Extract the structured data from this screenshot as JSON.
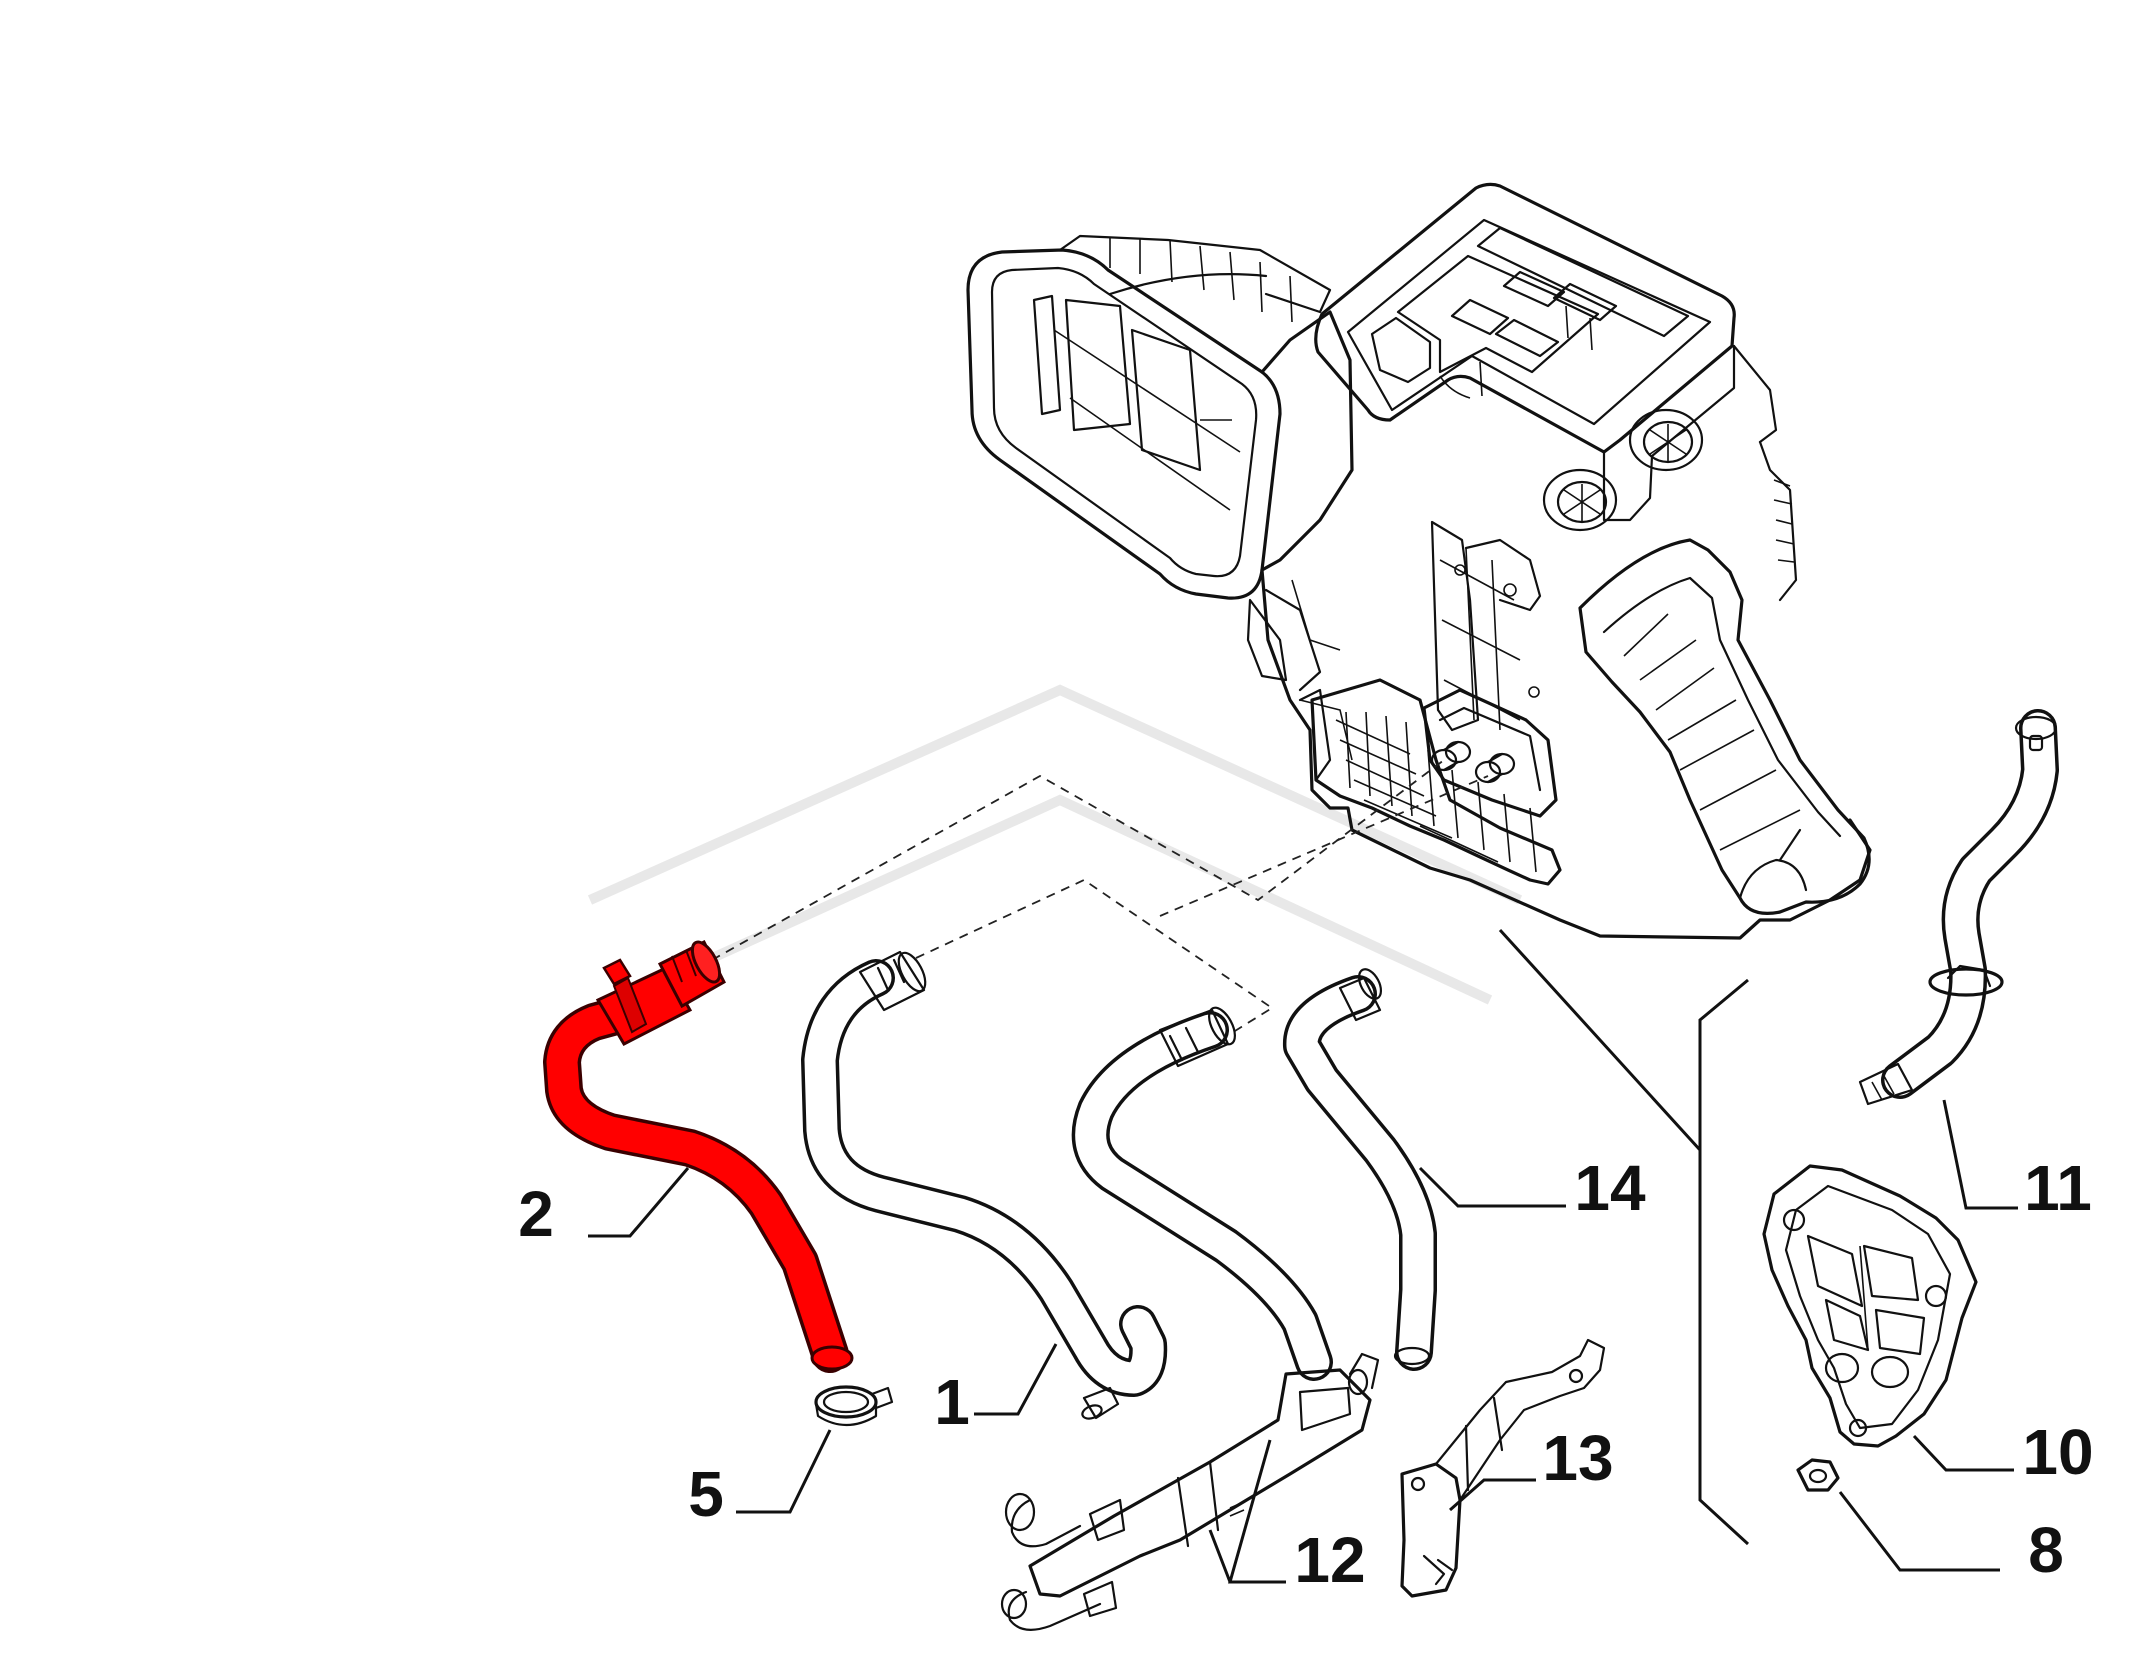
{
  "callouts": [
    {
      "id": "2",
      "label": "2"
    },
    {
      "id": "5",
      "label": "5"
    },
    {
      "id": "1",
      "label": "1"
    },
    {
      "id": "12",
      "label": "12"
    },
    {
      "id": "13",
      "label": "13"
    },
    {
      "id": "14",
      "label": "14"
    },
    {
      "id": "11",
      "label": "11"
    },
    {
      "id": "10",
      "label": "10"
    },
    {
      "id": "8",
      "label": "8"
    }
  ],
  "colors": {
    "highlight": "#ff0000",
    "line": "#111111",
    "background": "#ffffff"
  }
}
